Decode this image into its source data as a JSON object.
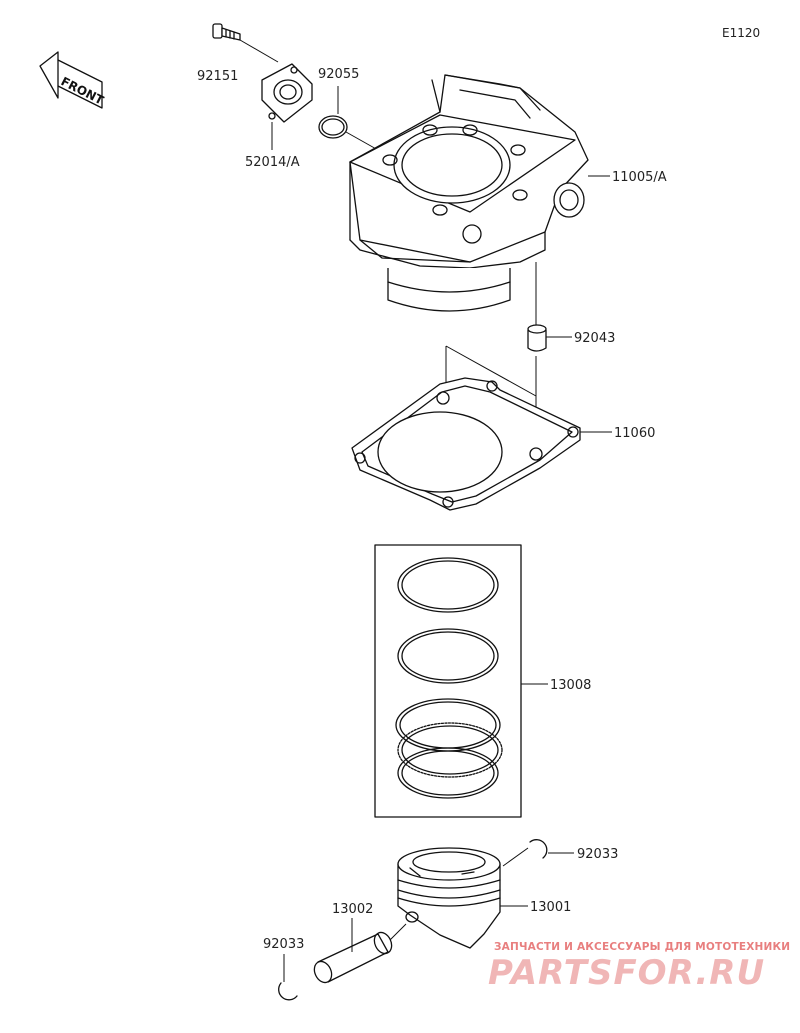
{
  "diagram": {
    "code": "E1120",
    "front_label": "FRONT",
    "labels": {
      "bolt": "92151",
      "oring": "92055",
      "fitting": "52014/A",
      "cylinder": "11005/A",
      "dowel": "92043",
      "gasket": "11060",
      "ring_set": "13008",
      "circlip_right": "92033",
      "piston": "13001",
      "pin": "13002",
      "circlip_left": "92033"
    }
  },
  "watermark": {
    "tagline": "ЗАПЧАСТИ И АКСЕССУАРЫ ДЛЯ МОТОТЕХНИКИ",
    "brand": "PARTSFOR.RU"
  }
}
